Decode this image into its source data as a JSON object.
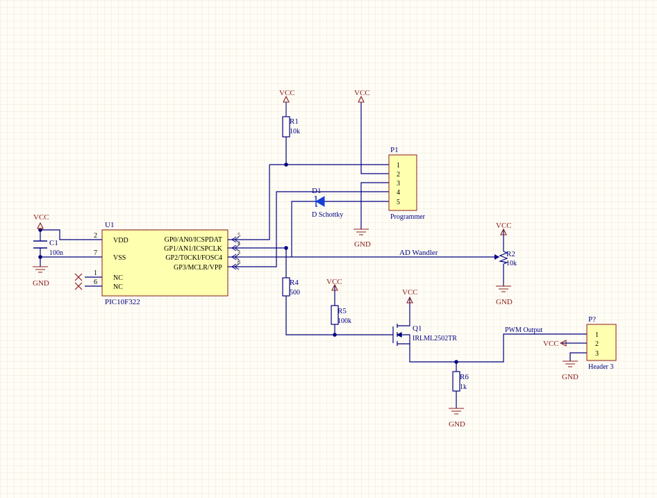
{
  "colors": {
    "background": "#fffdf6",
    "grid": "#ece8db",
    "wire": "#000080",
    "power": "#8b1a1a",
    "part_fill": "#ffffb0",
    "part_stroke": "#8b1a1a",
    "label": "#000080",
    "diode_fill": "#1a3fd6"
  },
  "power": {
    "vcc": "VCC",
    "gnd": "GND"
  },
  "u1": {
    "designator": "U1",
    "value": "PIC10F322",
    "pins_left": [
      {
        "num": "2",
        "name": "VDD"
      },
      {
        "num": "7",
        "name": "VSS"
      },
      {
        "num": "1",
        "name": "NC"
      },
      {
        "num": "6",
        "name": "NC"
      }
    ],
    "pins_right": [
      {
        "num": "5",
        "name": "GP0/AN0/ICSPDAT"
      },
      {
        "num": "4",
        "name": "GP1/AN1/ICSPCLK"
      },
      {
        "num": "3",
        "name": "GP2/T0CKI/FOSC4"
      },
      {
        "num": "8",
        "name": "GP3/MCLR/VPP"
      }
    ]
  },
  "c1": {
    "designator": "C1",
    "value": "100n"
  },
  "r1": {
    "designator": "R1",
    "value": "10k"
  },
  "r2": {
    "designator": "R2",
    "value": "10k"
  },
  "r4": {
    "designator": "R4",
    "value": "500"
  },
  "r5": {
    "designator": "R5",
    "value": "100k"
  },
  "r6": {
    "designator": "R6",
    "value": "1k"
  },
  "d1": {
    "designator": "D1",
    "value": "D Schottky"
  },
  "q1": {
    "designator": "Q1",
    "value": "IRLML2502TR"
  },
  "p1": {
    "designator": "P1",
    "value": "Programmer",
    "pins": [
      "1",
      "2",
      "3",
      "4",
      "5"
    ]
  },
  "p2": {
    "designator": "P?",
    "value": "Header 3",
    "pins": [
      "1",
      "2",
      "3"
    ]
  },
  "nets": {
    "ad": "AD Wandler",
    "pwm": "PWM Output"
  }
}
